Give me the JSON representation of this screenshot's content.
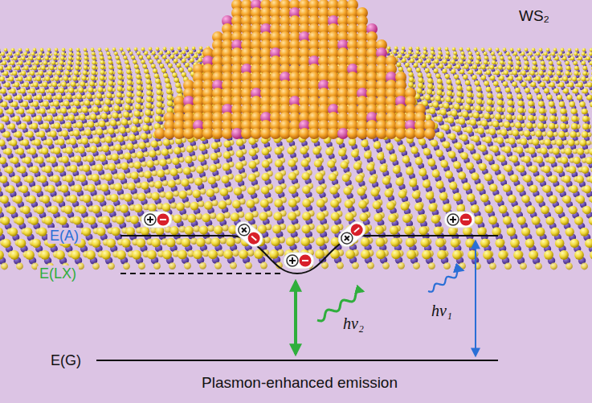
{
  "diagram": {
    "labels": [
      "WS₂",
      "E(A)",
      "E(LX)",
      "E(G)",
      "hν₂",
      "hν₁",
      "Plasmon-enhanced emission"
    ]
  }
}
